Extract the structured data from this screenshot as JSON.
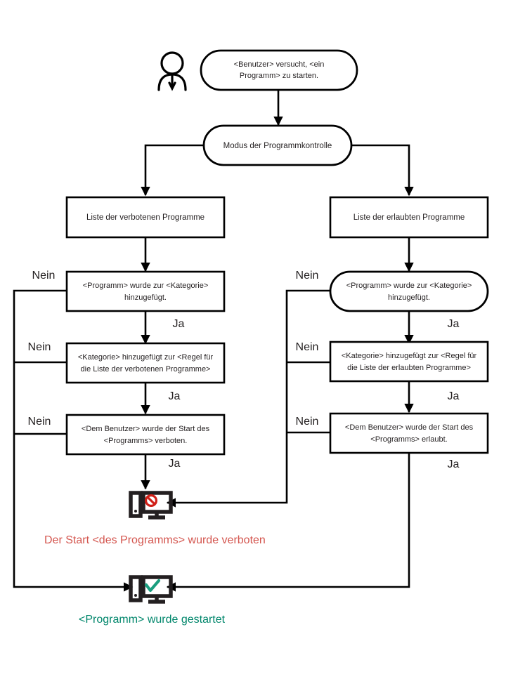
{
  "diagram": {
    "title": "Programmkontrolle Ablaufdiagramm",
    "actor": {
      "icon": "person-icon",
      "label": ""
    },
    "colors": {
      "denied": "#d4564f",
      "allowed": "#00866b",
      "stroke": "#000000",
      "deny_mark": "#d01f17",
      "check_mark": "#1a9e7f"
    },
    "nodes": {
      "start": {
        "shape": "stadium",
        "line1": "<Benutzer> versucht, <ein",
        "line2": "Programm>  zu starten."
      },
      "mode": {
        "shape": "stadium",
        "text": "Modus der Programmkontrolle"
      },
      "denylist": {
        "shape": "rect",
        "text": "Liste der verbotenen Programme"
      },
      "allowlist": {
        "shape": "rect",
        "text": "Liste der erlaubten Programme"
      },
      "deny_category": {
        "shape": "rect",
        "line1": "<Programm>  wurde zur <Kategorie>",
        "line2": "hinzugefügt."
      },
      "allow_category": {
        "shape": "stadium",
        "line1": "<Programm>  wurde zur <Kategorie>",
        "line2": "hinzugefügt."
      },
      "deny_rule": {
        "shape": "rect",
        "line1": "<Kategorie> hinzugefügt zur <Regel für",
        "line2": "die Liste der verbotenen Programme>"
      },
      "allow_rule": {
        "shape": "rect",
        "line1": "<Kategorie> hinzugefügt zur <Regel für",
        "line2": "die Liste der erlaubten Programme>"
      },
      "deny_user": {
        "shape": "rect",
        "line1": "<Dem Benutzer> wurde der Start des",
        "line2": "<Programms>  verboten."
      },
      "allow_user": {
        "shape": "rect",
        "line1": "<Dem Benutzer> wurde der Start des",
        "line2": "<Programms>  erlaubt."
      }
    },
    "edge_labels": {
      "nein_left_1": "Nein",
      "nein_left_2": "Nein",
      "nein_left_3": "Nein",
      "nein_right_1": "Nein",
      "nein_right_2": "Nein",
      "nein_right_3": "Nein",
      "ja_left_1": "Ja",
      "ja_left_2": "Ja",
      "ja_left_3": "Ja",
      "ja_right_1": "Ja",
      "ja_right_2": "Ja",
      "ja_right_3": "Ja"
    },
    "outcomes": {
      "denied": {
        "icon": "computer-blocked-icon",
        "text": "Der Start <des Programms> wurde verboten"
      },
      "allowed": {
        "icon": "computer-allowed-icon",
        "text": "<Programm> wurde gestartet"
      }
    }
  }
}
